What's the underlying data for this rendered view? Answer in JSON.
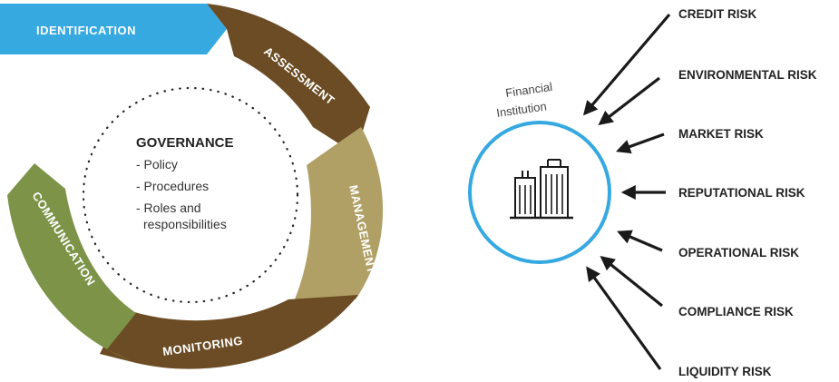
{
  "cycle": {
    "stages": {
      "identification": "IDENTIFICATION",
      "assessment": "ASSESSMENT",
      "management": "MANAGEMENT",
      "monitoring": "MONITORING",
      "communication": "COMMUNICATION"
    },
    "governance": {
      "title": "GOVERNANCE",
      "item_1": "- Policy",
      "item_2": "- Procedures",
      "item_3_line1": "- Roles and",
      "item_3_line2": "responsibilities"
    }
  },
  "institution": {
    "label_line1": "Financial",
    "label_line2": "Institution",
    "icon": "buildings-icon"
  },
  "risks": [
    "CREDIT RISK",
    "ENVIRONMENTAL RISK",
    "MARKET RISK",
    "REPUTATIONAL RISK",
    "OPERATIONAL RISK",
    "COMPLIANCE RISK",
    "LIQUIDITY RISK"
  ],
  "colors": {
    "identification": "#36a9e1",
    "dark_brown": "#6b4c24",
    "khaki": "#b0a065",
    "olive_green": "#7d9348",
    "circle_blue": "#36a9e1",
    "arrow": "#1a1a1a"
  }
}
